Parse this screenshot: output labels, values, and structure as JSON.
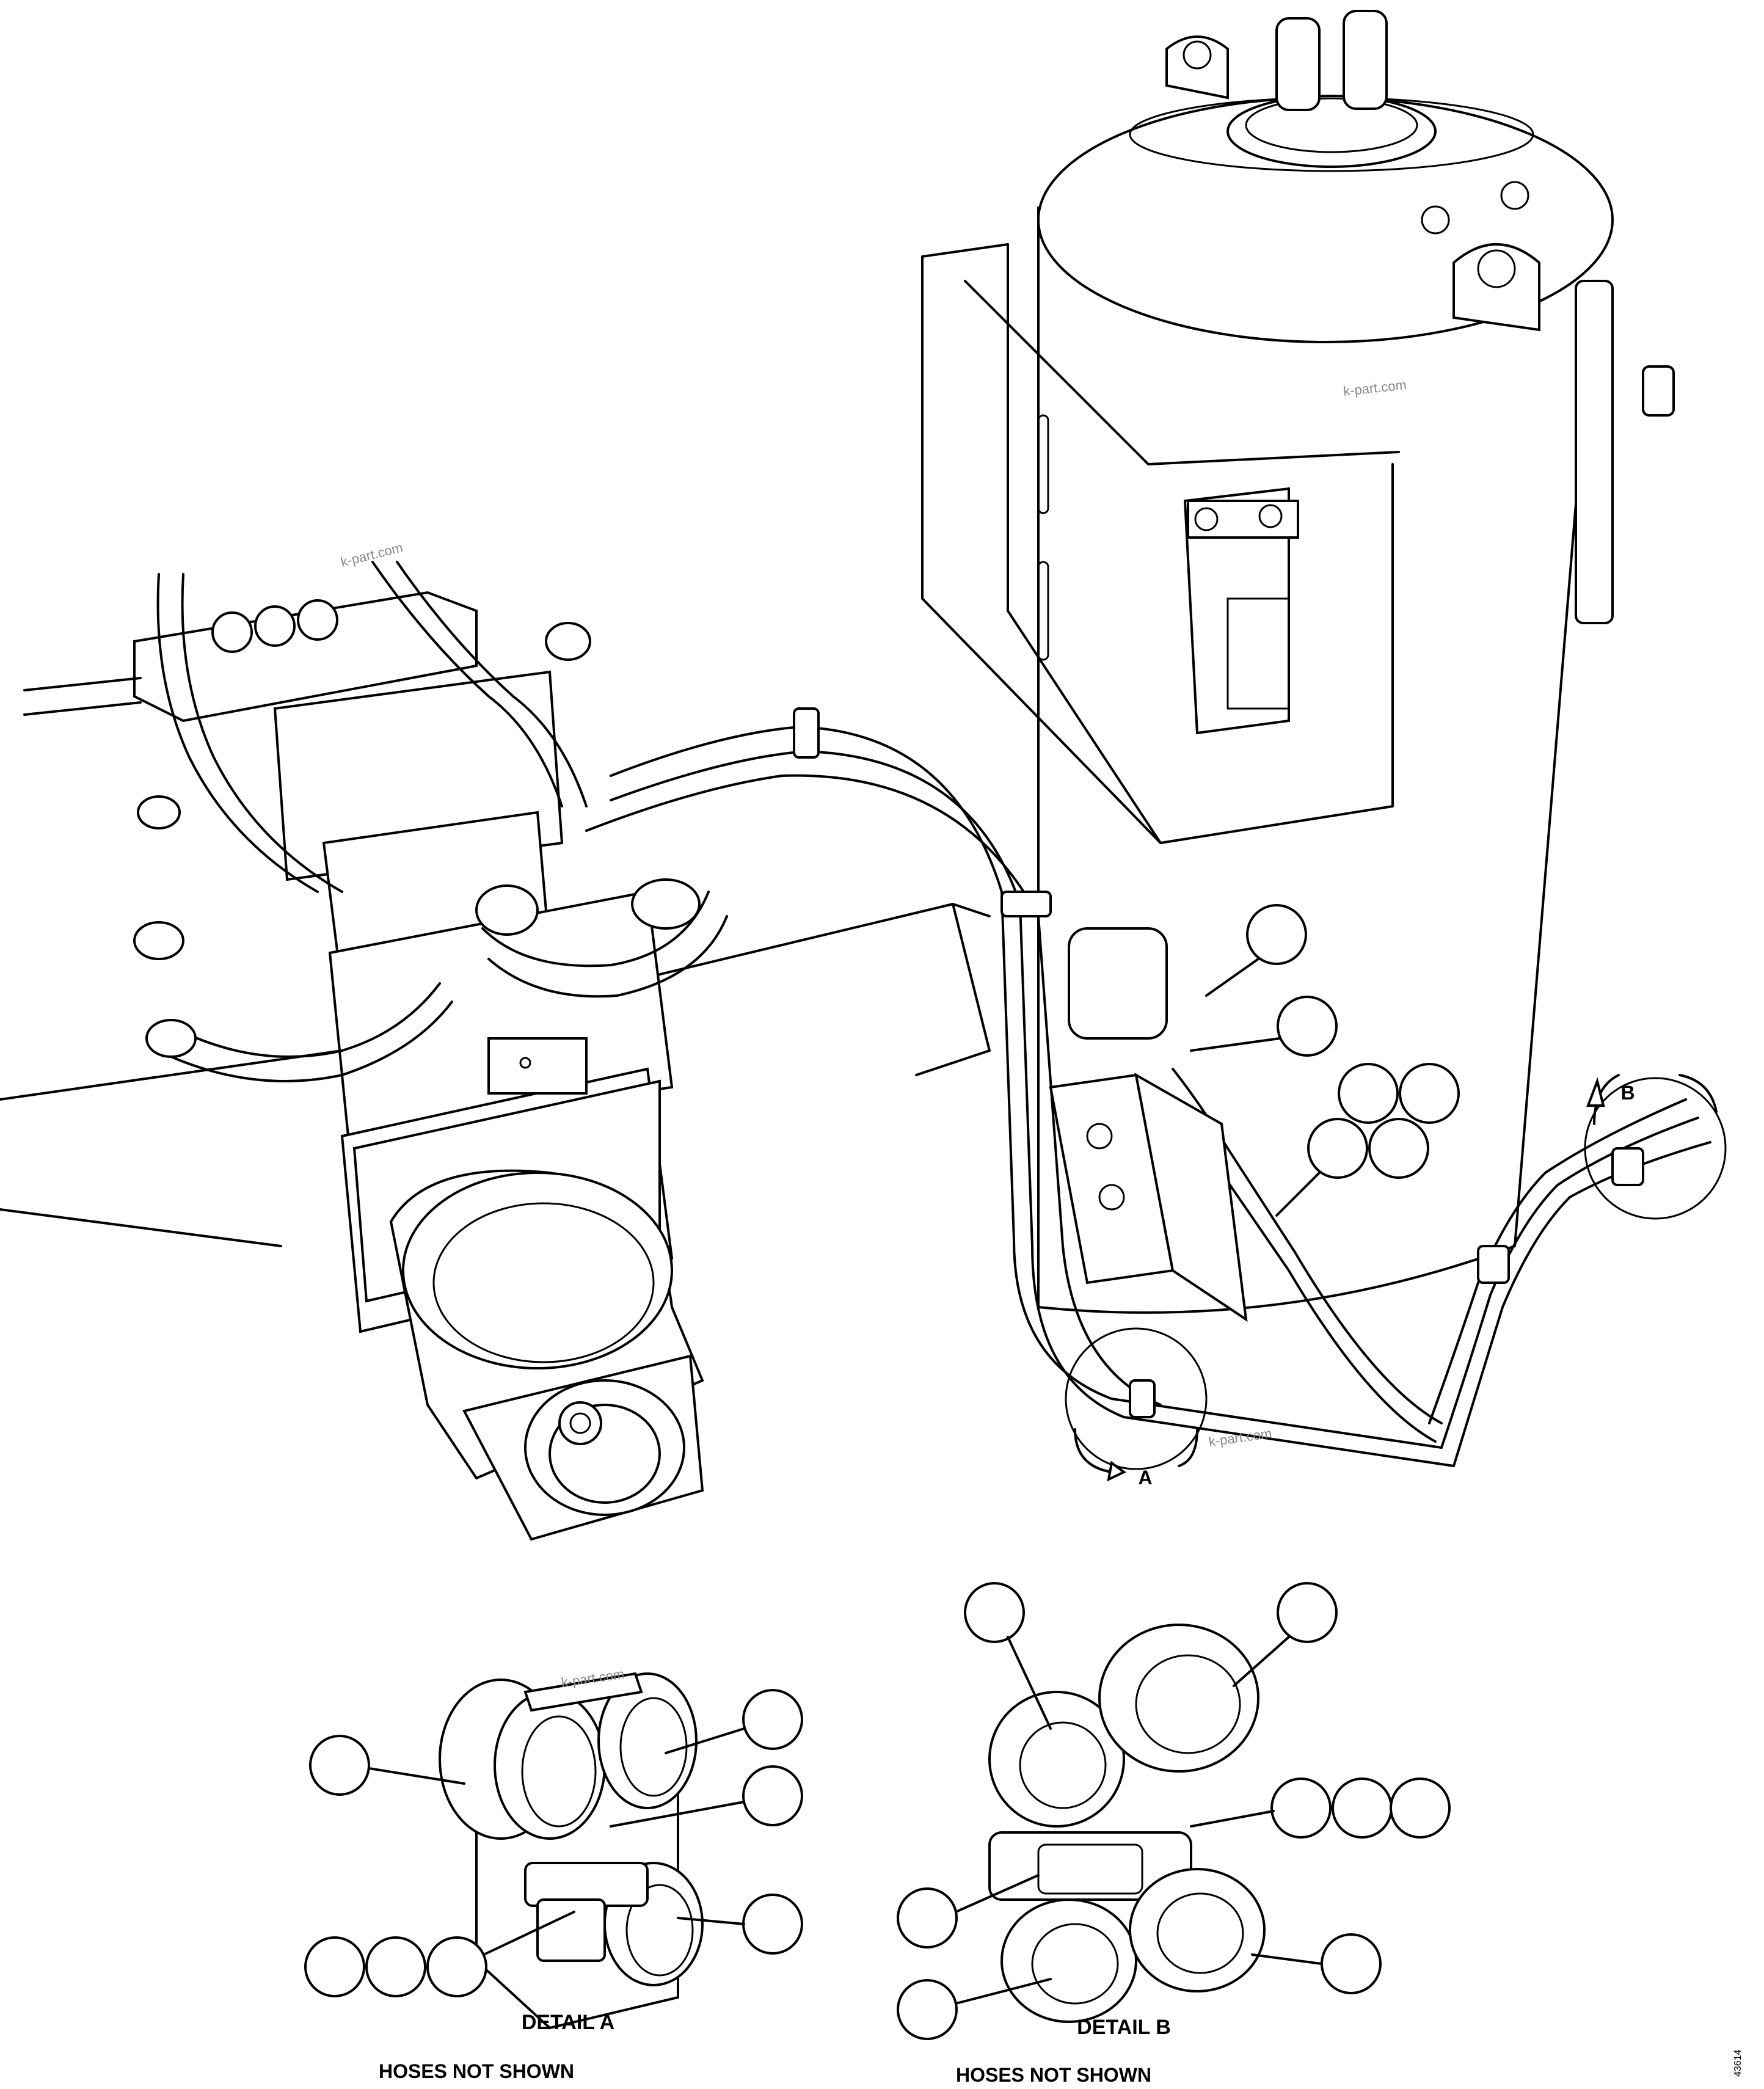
{
  "watermark": "k-part.com",
  "detail_markers": {
    "a": "A",
    "b": "B"
  },
  "detail_a": {
    "title": "DETAIL A",
    "note": "HOSES NOT SHOWN"
  },
  "detail_b": {
    "title": "DETAIL B",
    "note": "HOSES NOT SHOWN"
  },
  "figure_number": "43614"
}
